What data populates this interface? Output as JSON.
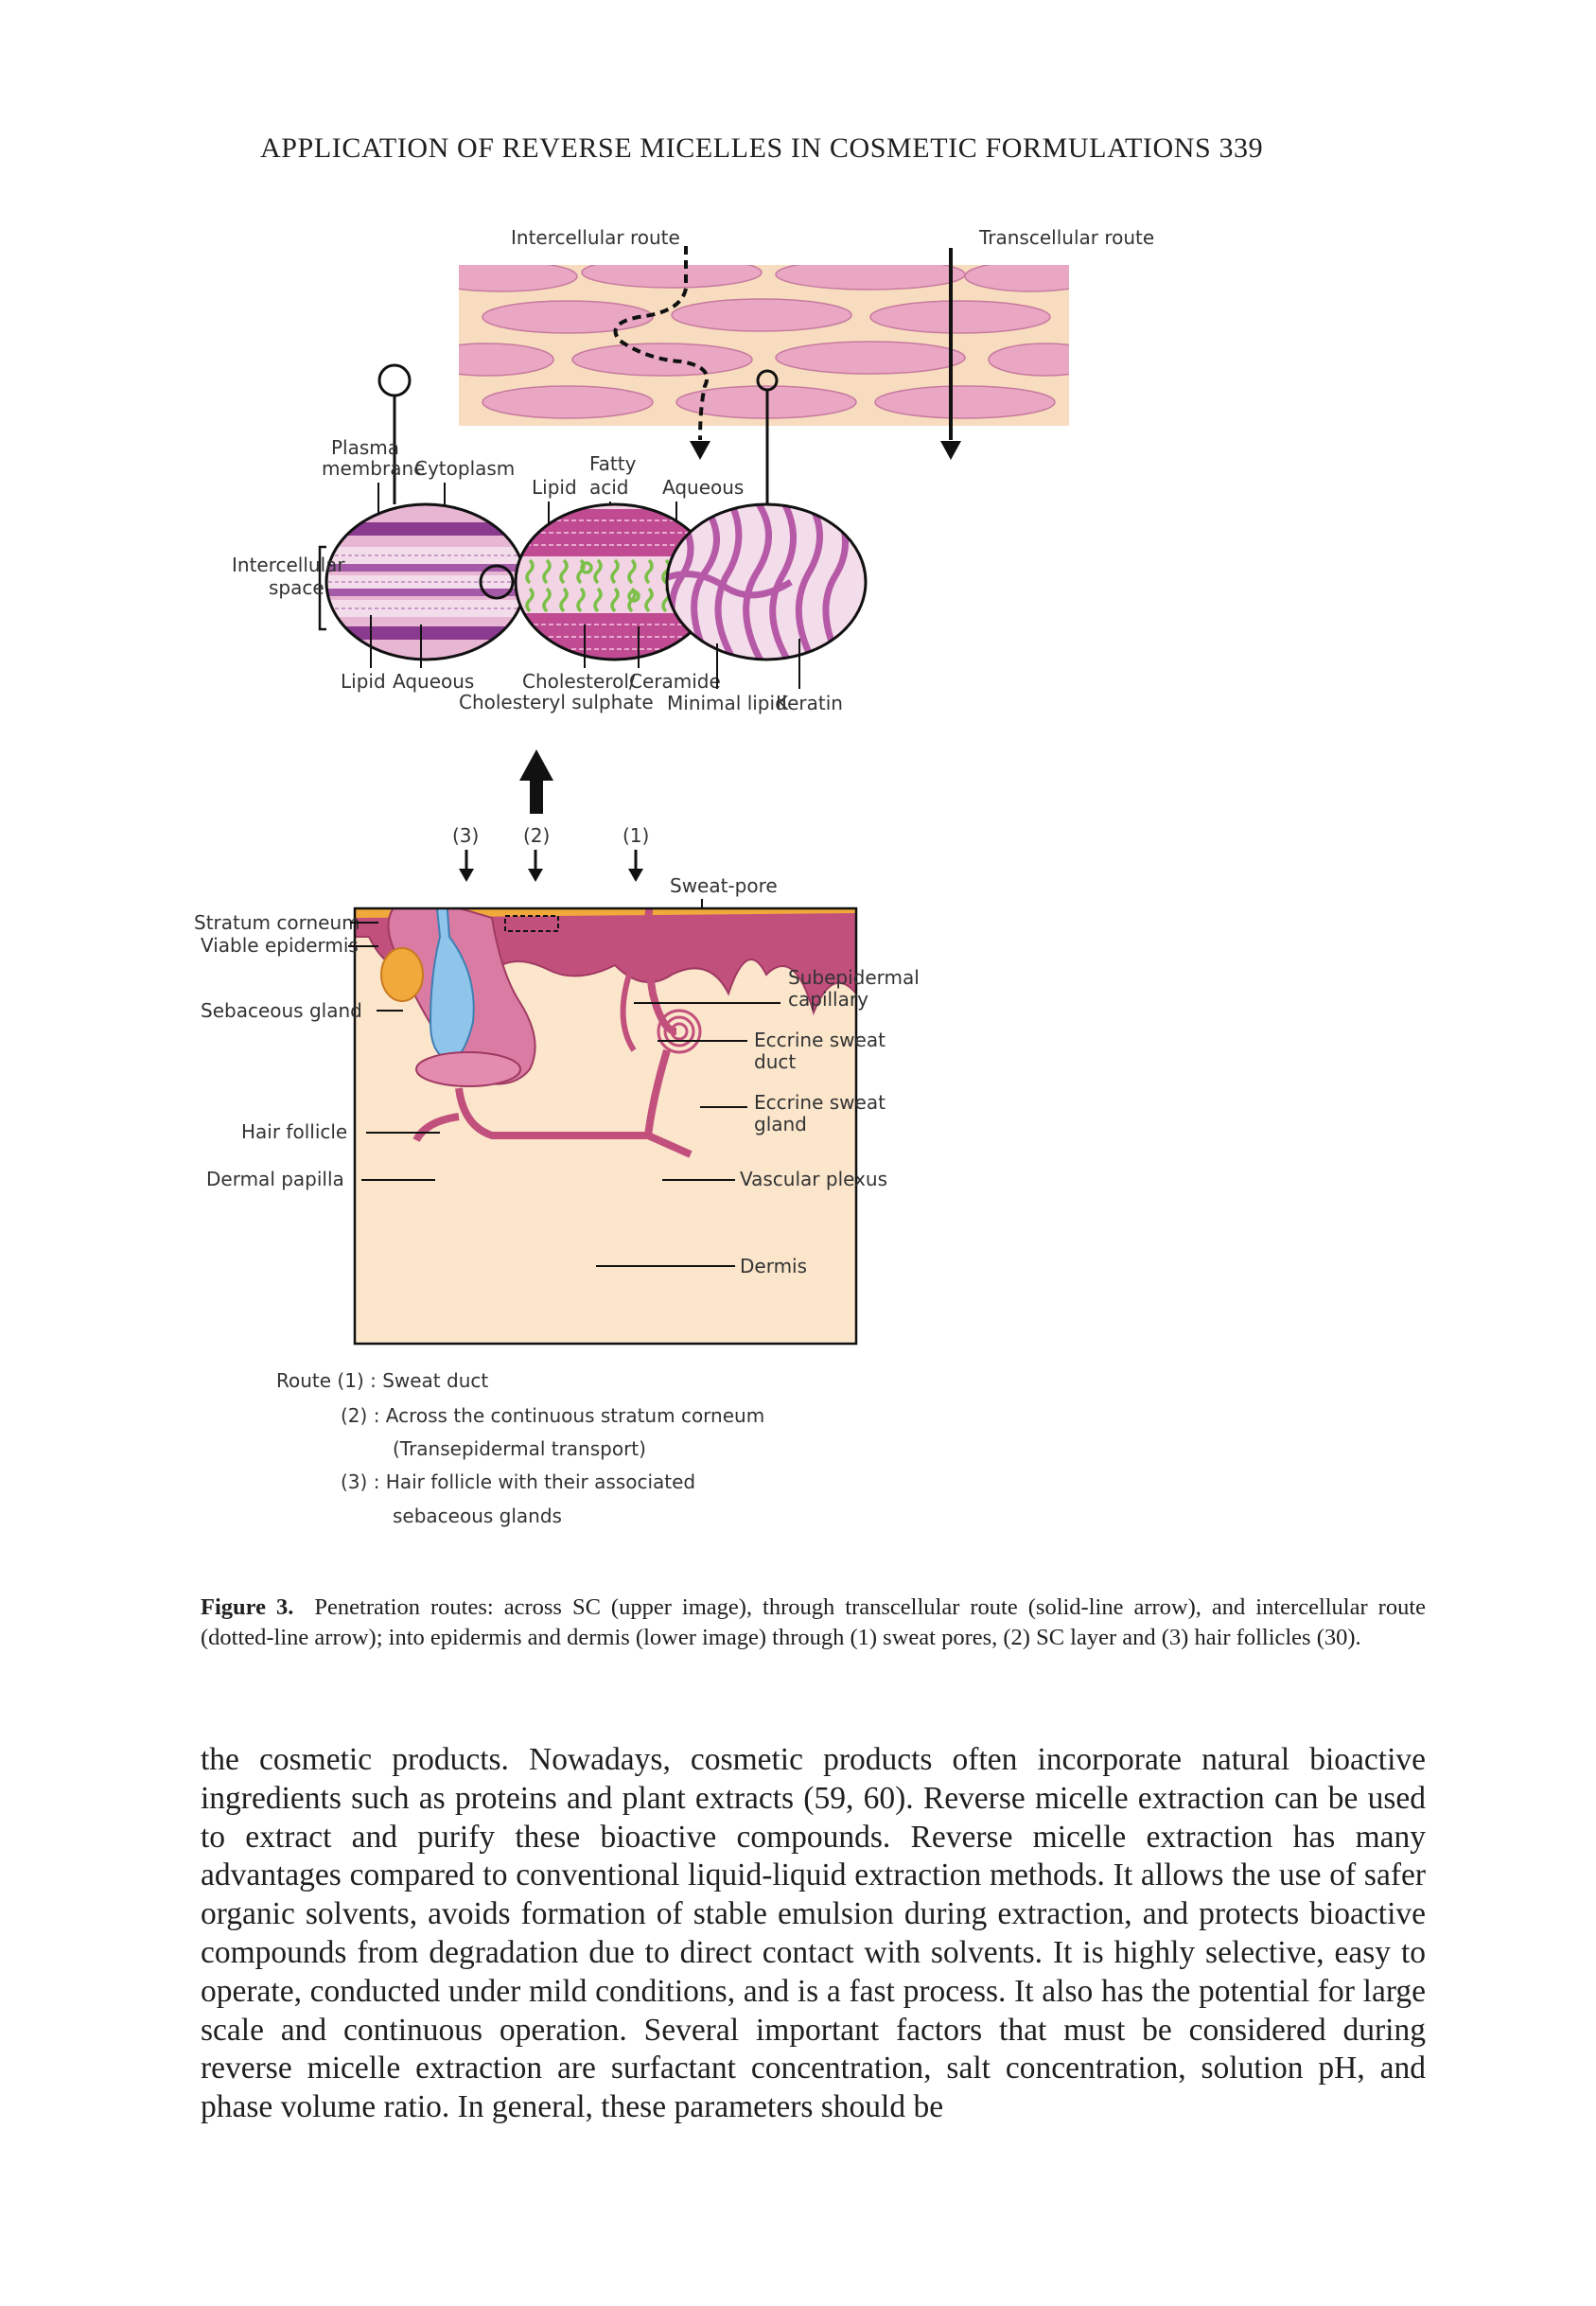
{
  "running_head": {
    "title": "APPLICATION OF REVERSE MICELLES IN COSMETIC FORMULATIONS",
    "page_number": "339"
  },
  "figure": {
    "top": {
      "route_left": "Intercellular route",
      "route_right": "Transcellular route",
      "plasma_membrane_1": "Plasma",
      "plasma_membrane_2": "membrane",
      "cytoplasm": "Cytoplasm",
      "lipid_top": "Lipid",
      "fatty_acid_1": "Fatty",
      "fatty_acid_2": "acid",
      "aqueous_top": "Aqueous",
      "intercellular_space_1": "Intercellular",
      "intercellular_space_2": "space",
      "lipid_bottom": "Lipid",
      "aqueous_bottom": "Aqueous",
      "cholesterol_1": "Cholesterol/",
      "cholesterol_2": "Cholesteryl sulphate",
      "ceramide": "Ceramide",
      "minimal_lipid": "Minimal lipid",
      "keratin": "Keratin"
    },
    "bottom": {
      "route_3": "(3)",
      "route_2": "(2)",
      "route_1": "(1)",
      "sweat_pore": "Sweat-pore",
      "stratum_corneum": "Stratum corneum",
      "viable_epidermis": "Viable epidermis",
      "sebaceous_gland": "Sebaceous gland",
      "hair_follicle": "Hair follicle",
      "dermal_papilla": "Dermal papilla",
      "subepidermal_1": "Subepidermal",
      "subepidermal_2": "capillary",
      "eccrine_duct_1": "Eccrine sweat",
      "eccrine_duct_2": "duct",
      "eccrine_gland_1": "Eccrine sweat",
      "eccrine_gland_2": "gland",
      "vascular_plexus": "Vascular plexus",
      "dermis": "Dermis"
    },
    "legend": {
      "line1": "Route (1) : Sweat duct",
      "line2": "(2) : Across the continuous stratum corneum",
      "line3": "(Transepidermal transport)",
      "line4": "(3) : Hair follicle with their associated",
      "line5": "sebaceous glands"
    }
  },
  "caption": {
    "label": "Figure 3.",
    "text": "Penetration routes: across SC (upper image), through transcellular route (solid-line arrow), and intercellular route (dotted-line arrow); into epidermis and dermis (lower image) through (1) sweat pores, (2) SC layer and (3) hair follicles (30)."
  },
  "body_text": "the cosmetic products. Nowadays, cosmetic products often incorporate natural bioactive ingredients such as proteins and plant extracts (59, 60). Reverse micelle extraction can be used to extract and purify these bioactive compounds. Reverse micelle extraction has many advantages compared to conventional liquid-liquid extraction methods. It allows the use of safer organic solvents, avoids formation of stable emulsion during extraction, and protects bioactive compounds from degradation due to direct contact with solvents. It is highly selective, easy to operate, conducted under mild conditions, and is a fast process. It also has the potential for large scale and continuous operation. Several important factors that must be considered during reverse micelle extraction are surfactant concentration, salt concentration, solution pH, and phase volume ratio. In general, these parameters should be",
  "colors": {
    "cell_pink": "#e9a7c4",
    "matrix_cream": "#f7dcbf",
    "dermis_cream": "#fbe6cc",
    "epidermis_magenta": "#c2507c",
    "stratum_orange": "#f2a93b",
    "hair_blue": "#8fc5ea",
    "lipid_purple": "#8a3b8f",
    "fatty_green": "#7cc04a"
  }
}
